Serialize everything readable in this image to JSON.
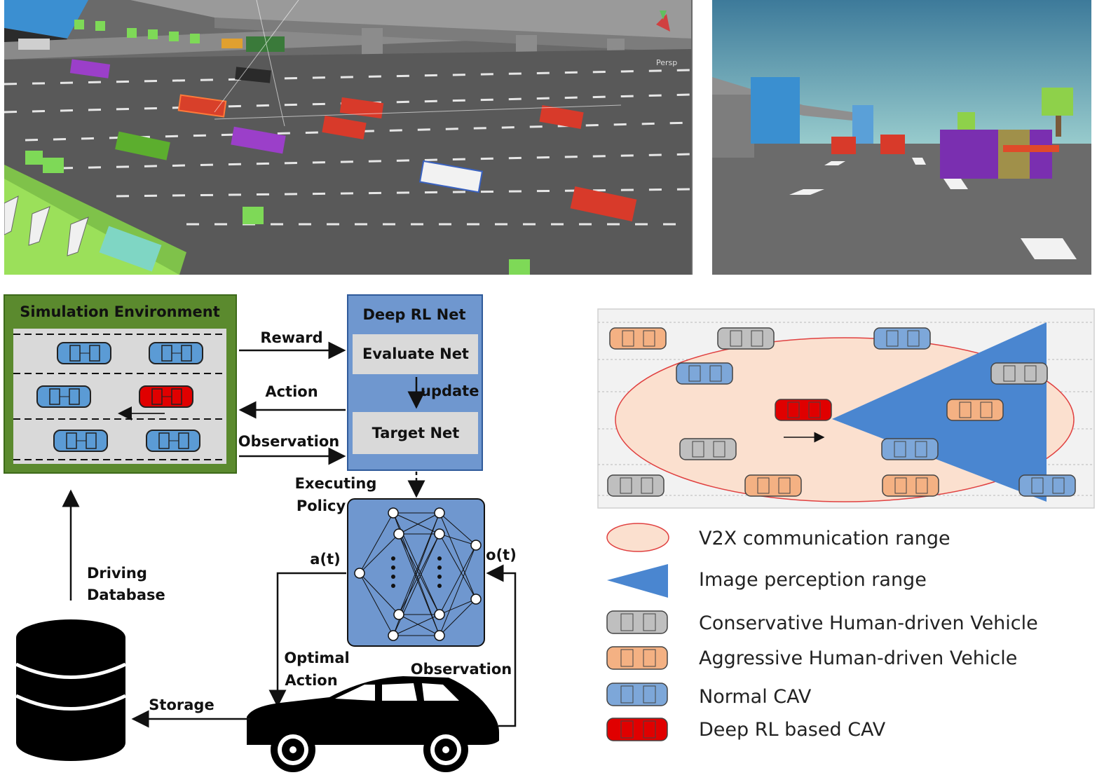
{
  "scenes": {
    "overview_persp_label": "Persp"
  },
  "simulation": {
    "title": "Simulation Environment"
  },
  "rl_net": {
    "title": "Deep RL Net",
    "evaluate": "Evaluate Net",
    "update": "update",
    "target": "Target Net"
  },
  "arrows": {
    "reward": "Reward",
    "action": "Action",
    "observation": "Observation",
    "executing_policy_line1": "Executing",
    "executing_policy_line2": "Policy",
    "at": "a(t)",
    "ot": "o(t)",
    "optimal_action_line1": "Optimal",
    "optimal_action_line2": "Action",
    "observation_car": "Observation",
    "storage": "Storage",
    "driving_db_line1": "Driving",
    "driving_db_line2": "Database"
  },
  "legend": {
    "v2x": "V2X communication range",
    "image": "Image perception range",
    "conservative": "Conservative Human-driven Vehicle",
    "aggressive": "Aggressive Human-driven Vehicle",
    "normal_cav": "Normal CAV",
    "rl_cav": "Deep RL based CAV"
  },
  "colors": {
    "sim_border": "#4a7a2a",
    "rl_box": "#6f97cf",
    "inner_box": "#d9d9d9",
    "car_blue": "#5b9bd5",
    "car_red": "#e00000",
    "car_gray": "#bfbfbf",
    "car_orange": "#f4b183",
    "v2x_fill": "#fbe0cf",
    "perception_fill": "#4a86d0"
  }
}
